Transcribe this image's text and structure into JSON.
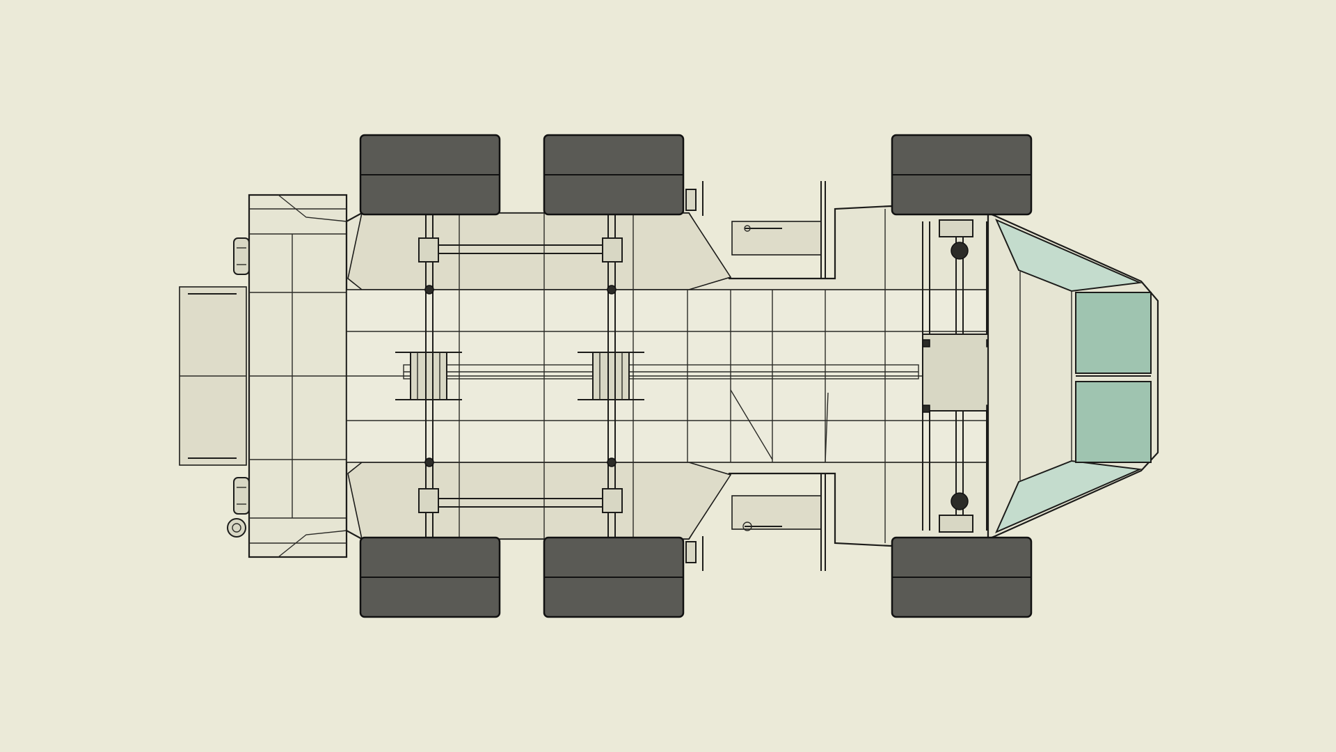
{
  "scene": {
    "background_color": "#ebead8",
    "body_color": "#e6e5d3",
    "glass_color": "#9fc4b0",
    "tire_color": "#5a5a55",
    "line_color": "#1c1c1a"
  },
  "vehicle": {
    "view": "top",
    "axles": 3,
    "wheels_per_side": 3
  }
}
